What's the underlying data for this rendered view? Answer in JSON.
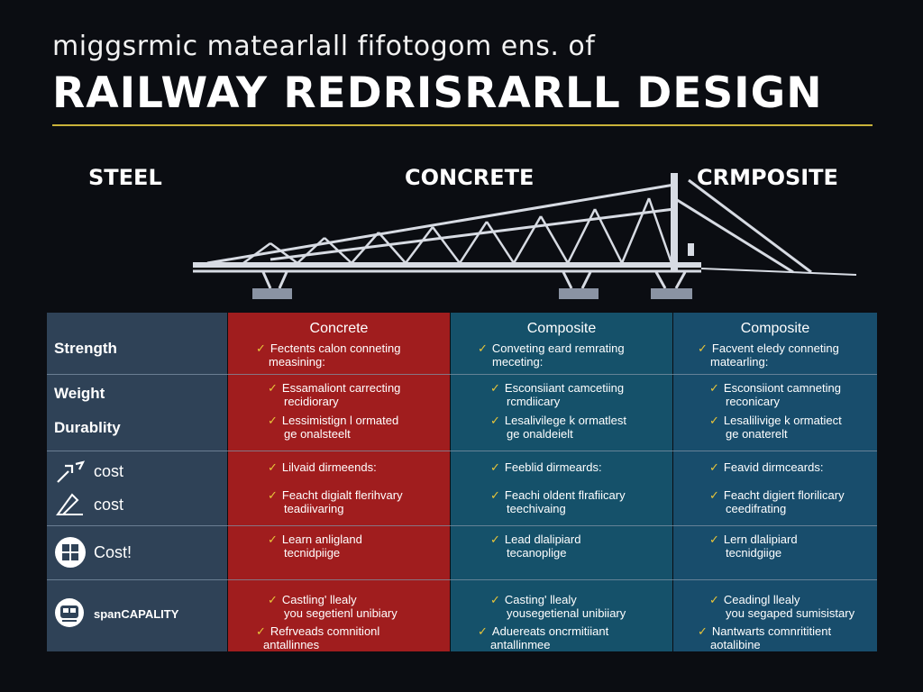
{
  "header": {
    "subtitle": "miggsrmic matearlall fifotogom ens. of",
    "title": "RAILWAY REDRISRARLL DESIGN"
  },
  "materials": [
    "STEEL",
    "CONCRETE",
    "CRMPOSITE"
  ],
  "colors": {
    "accent": "#c9b23a",
    "steel_col": "#2f4257",
    "concrete_col": "#a01d1e",
    "composite_col": "#15516a",
    "check": "#e7c53a"
  },
  "table": {
    "columns": [
      "Concrete",
      "Composite",
      "Composite"
    ],
    "rows": [
      {
        "labels": [
          "Strength"
        ],
        "icons": []
      },
      {
        "labels": [
          "Weight",
          "Durablity"
        ],
        "icons": []
      },
      {
        "labels": [
          "cost",
          "cost"
        ],
        "icons": [
          "wrench-icon",
          "pen-icon"
        ]
      },
      {
        "labels": [
          "Cost!"
        ],
        "icons": [
          "grid-icon"
        ]
      },
      {
        "labels": [
          "spanCAPALITY"
        ],
        "icons": [
          "train-icon"
        ]
      }
    ],
    "cells": {
      "r0": [
        [
          "Fectents calon conneting",
          "measining:"
        ],
        [
          "Conveting eard remrating",
          "meceting:"
        ],
        [
          "Facvent eledy conneting",
          "matearling:"
        ]
      ],
      "r1a": [
        [
          "Essamaliont carrecting",
          "recidiorary"
        ],
        [
          "Esconsiiant camcetiing",
          "rcmdiicary"
        ],
        [
          "Esconsiiont camneting",
          "reconicary"
        ]
      ],
      "r1b": [
        [
          "Lessimistign l ormated",
          "ge onalsteelt"
        ],
        [
          "Lesalivilege k ormatlest",
          "ge onaldeielt"
        ],
        [
          "Lesalilivige k ormatiect",
          "ge onaterelt"
        ]
      ],
      "r2a": [
        [
          "Lilvaid dirmeends:"
        ],
        [
          "Feeblid dirmeards:"
        ],
        [
          "Feavid dirmceards:"
        ]
      ],
      "r2b": [
        [
          "Feacht digialt flerihvary",
          "teadiivaring"
        ],
        [
          "Feachi oldent flrafiicary",
          "teechivaing"
        ],
        [
          "Feacht digiert florilicary",
          "ceedifrating"
        ]
      ],
      "r3": [
        [
          "Learn anligland",
          "tecnidpiige"
        ],
        [
          "Lead dlalipiard",
          "tecanoplige"
        ],
        [
          "Lern dlalipiard",
          "tecnidgiige"
        ]
      ],
      "r4a": [
        [
          "Castling' llealy",
          "you segetienl unibiary"
        ],
        [
          "Casting' llealy",
          "yousegetienal unibiiary"
        ],
        [
          "Ceadingl llealy",
          "you segaped sumisistary"
        ]
      ],
      "r4b": [
        [
          "Refrveads comnitionl",
          "antallinnes"
        ],
        [
          "Aduereats oncrmitiiant",
          "antallinmee"
        ],
        [
          "Nantwarts comnrititient",
          "aotalibine"
        ]
      ]
    }
  }
}
